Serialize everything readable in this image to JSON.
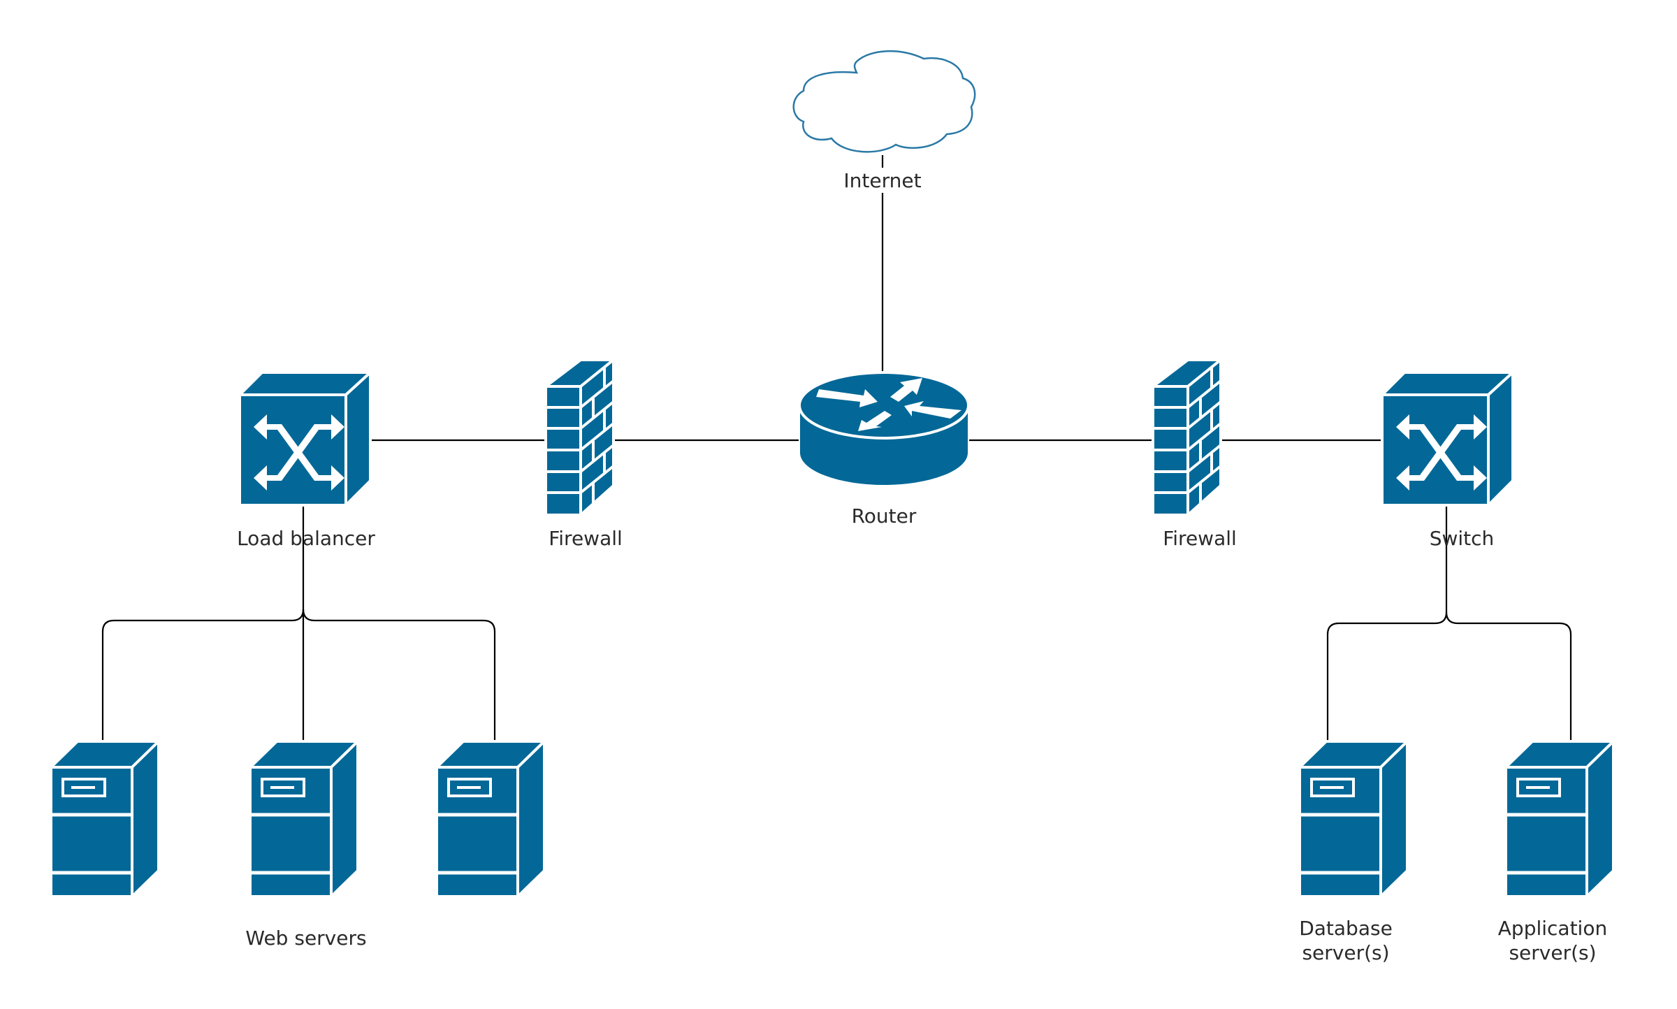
{
  "diagram": {
    "type": "network-topology",
    "colors": {
      "device_fill": "#036897",
      "device_stroke": "#ffffff",
      "cloud_stroke": "#2a79a6",
      "edge": "#000000",
      "label": "#2a2a2a"
    },
    "nodes": {
      "internet": {
        "label": "Internet",
        "kind": "cloud"
      },
      "router": {
        "label": "Router",
        "kind": "router"
      },
      "firewall_left": {
        "label": "Firewall",
        "kind": "firewall"
      },
      "firewall_right": {
        "label": "Firewall",
        "kind": "firewall"
      },
      "load_balancer": {
        "label": "Load balancer",
        "kind": "switch"
      },
      "switch": {
        "label": "Switch",
        "kind": "switch"
      },
      "web_server_1": {
        "label": "",
        "kind": "server"
      },
      "web_server_2": {
        "label": "",
        "kind": "server"
      },
      "web_server_3": {
        "label": "",
        "kind": "server"
      },
      "db_server": {
        "label_line1": "Database",
        "label_line2": "server(s)",
        "kind": "server"
      },
      "app_server": {
        "label_line1": "Application",
        "label_line2": "server(s)",
        "kind": "server"
      }
    },
    "group_labels": {
      "web_servers": "Web servers"
    },
    "edges": [
      {
        "from": "internet",
        "to": "router"
      },
      {
        "from": "router",
        "to": "firewall_left"
      },
      {
        "from": "firewall_left",
        "to": "load_balancer"
      },
      {
        "from": "router",
        "to": "firewall_right"
      },
      {
        "from": "firewall_right",
        "to": "switch"
      },
      {
        "from": "load_balancer",
        "to": "web_server_1"
      },
      {
        "from": "load_balancer",
        "to": "web_server_2"
      },
      {
        "from": "load_balancer",
        "to": "web_server_3"
      },
      {
        "from": "switch",
        "to": "db_server"
      },
      {
        "from": "switch",
        "to": "app_server"
      }
    ]
  }
}
